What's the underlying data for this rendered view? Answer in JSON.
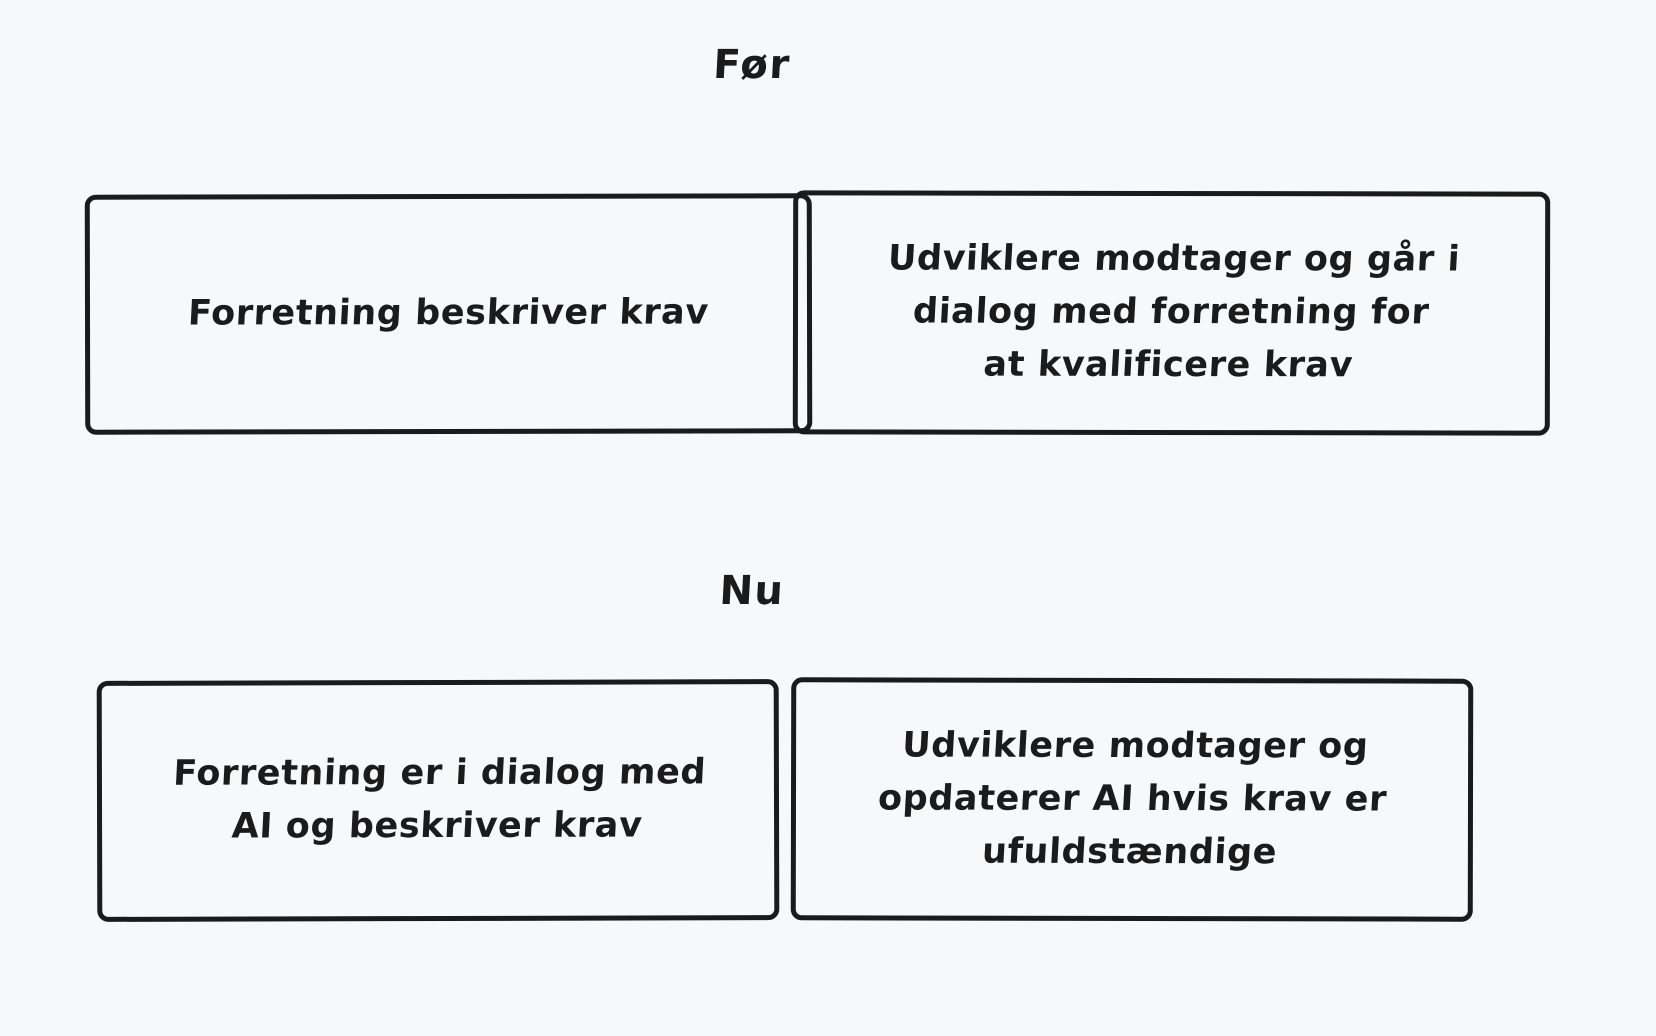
{
  "page": {
    "background_color": "#f7f8fa",
    "ink_color": "#1b1b1b"
  },
  "sections": [
    {
      "id": "before",
      "heading": "Før",
      "boxes": [
        {
          "id": "before-left",
          "text": "Forretning beskriver krav"
        },
        {
          "id": "before-right",
          "text": "Udviklere modtager og går i\ndialog med forretning for\nat kvalificere krav"
        }
      ]
    },
    {
      "id": "now",
      "heading": "Nu",
      "boxes": [
        {
          "id": "now-left",
          "text": "Forretning er i dialog med\nAI og beskriver krav"
        },
        {
          "id": "now-right",
          "text": "Udviklere modtager og\nopdaterer AI hvis krav er\nufuldstændige"
        }
      ]
    }
  ]
}
